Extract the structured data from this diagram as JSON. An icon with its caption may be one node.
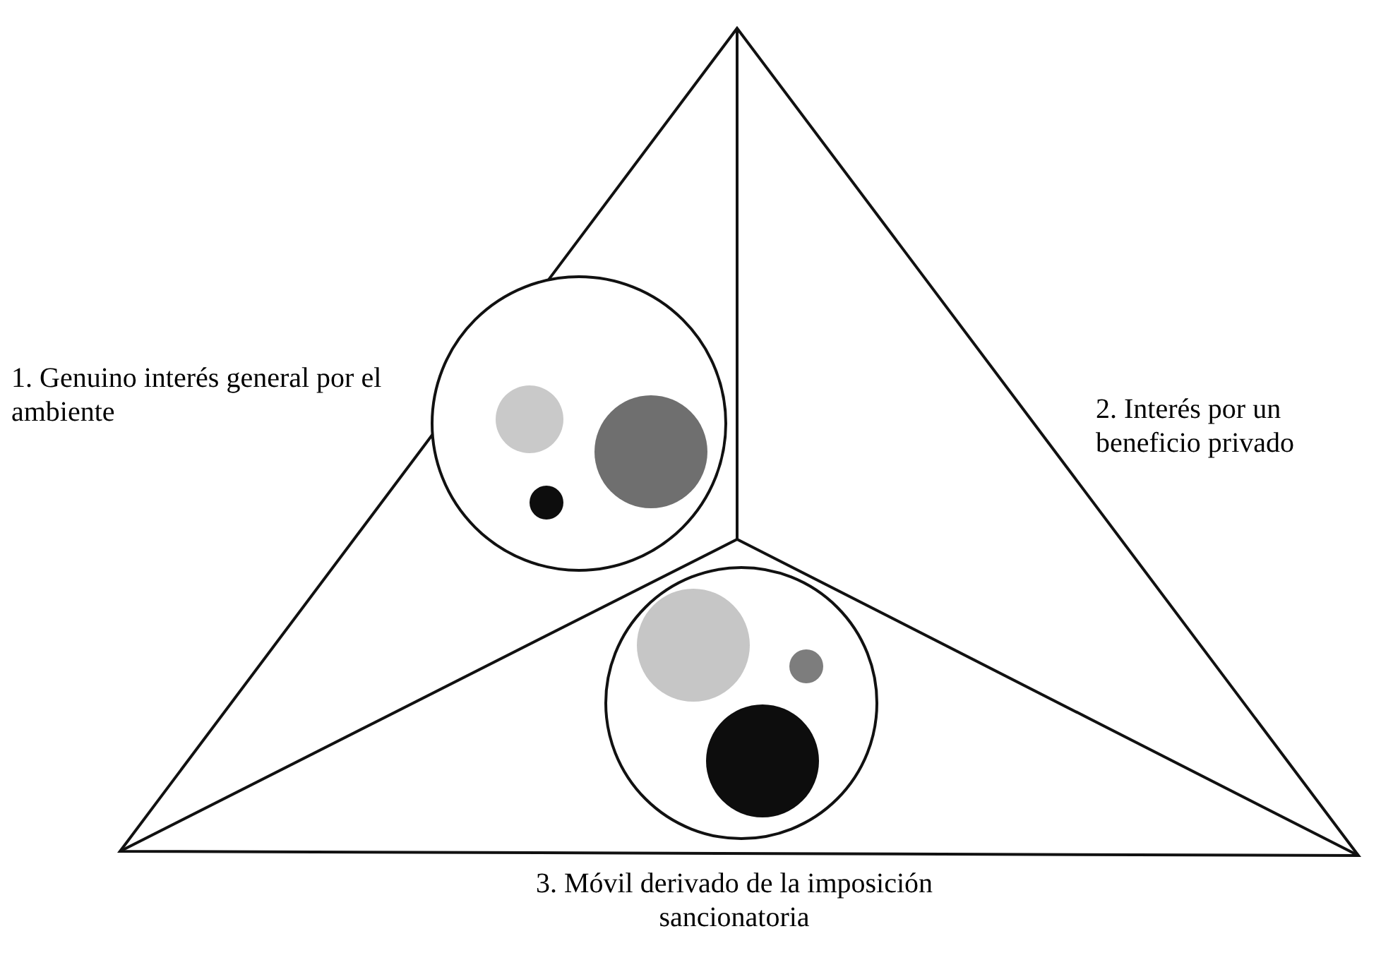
{
  "diagram": {
    "labels": [
      "1. Genuino interés general por el ambiente",
      "2. Interés por un beneficio privado",
      "3. Móvil derivado de la imposición sancionatoria"
    ]
  }
}
